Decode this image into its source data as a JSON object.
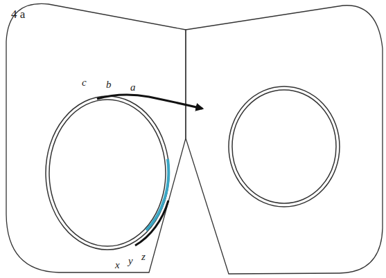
{
  "diagram": {
    "labels": [
      "4 a",
      "c",
      "b",
      "a",
      "x",
      "y",
      "z"
    ]
  }
}
